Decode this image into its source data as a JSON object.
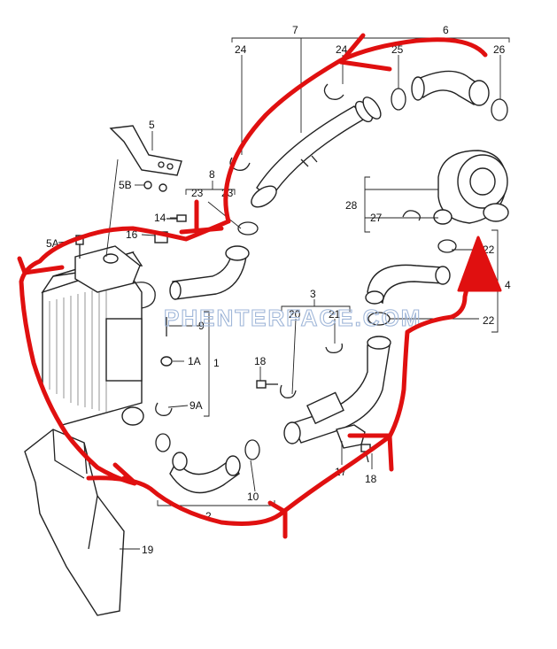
{
  "diagram": {
    "watermark": "PHENTERFACE.COM",
    "callouts": [
      {
        "id": "c7",
        "text": "7"
      },
      {
        "id": "c6",
        "text": "6"
      },
      {
        "id": "c24a",
        "text": "24"
      },
      {
        "id": "c24b",
        "text": "24"
      },
      {
        "id": "c25",
        "text": "25"
      },
      {
        "id": "c26",
        "text": "26"
      },
      {
        "id": "c5",
        "text": "5"
      },
      {
        "id": "c5B",
        "text": "5B"
      },
      {
        "id": "c8",
        "text": "8"
      },
      {
        "id": "c23a",
        "text": "23"
      },
      {
        "id": "c23b",
        "text": "23"
      },
      {
        "id": "c14",
        "text": "14"
      },
      {
        "id": "c5A",
        "text": "5A"
      },
      {
        "id": "c16",
        "text": "16"
      },
      {
        "id": "c28",
        "text": "28"
      },
      {
        "id": "c27",
        "text": "27"
      },
      {
        "id": "c22a",
        "text": "22"
      },
      {
        "id": "c4",
        "text": "4"
      },
      {
        "id": "c22b",
        "text": "22"
      },
      {
        "id": "c3",
        "text": "3"
      },
      {
        "id": "c20",
        "text": "20"
      },
      {
        "id": "c21",
        "text": "21"
      },
      {
        "id": "c9",
        "text": "9"
      },
      {
        "id": "c1A",
        "text": "1A"
      },
      {
        "id": "c1",
        "text": "1"
      },
      {
        "id": "c9A",
        "text": "9A"
      },
      {
        "id": "c18a",
        "text": "18"
      },
      {
        "id": "c17",
        "text": "17"
      },
      {
        "id": "c18b",
        "text": "18"
      },
      {
        "id": "c10",
        "text": "10"
      },
      {
        "id": "c2",
        "text": "2"
      },
      {
        "id": "c19",
        "text": "19"
      }
    ],
    "colors": {
      "annotation": "#e01010",
      "linework": "#222222",
      "watermark": "#9fb6d8"
    }
  }
}
